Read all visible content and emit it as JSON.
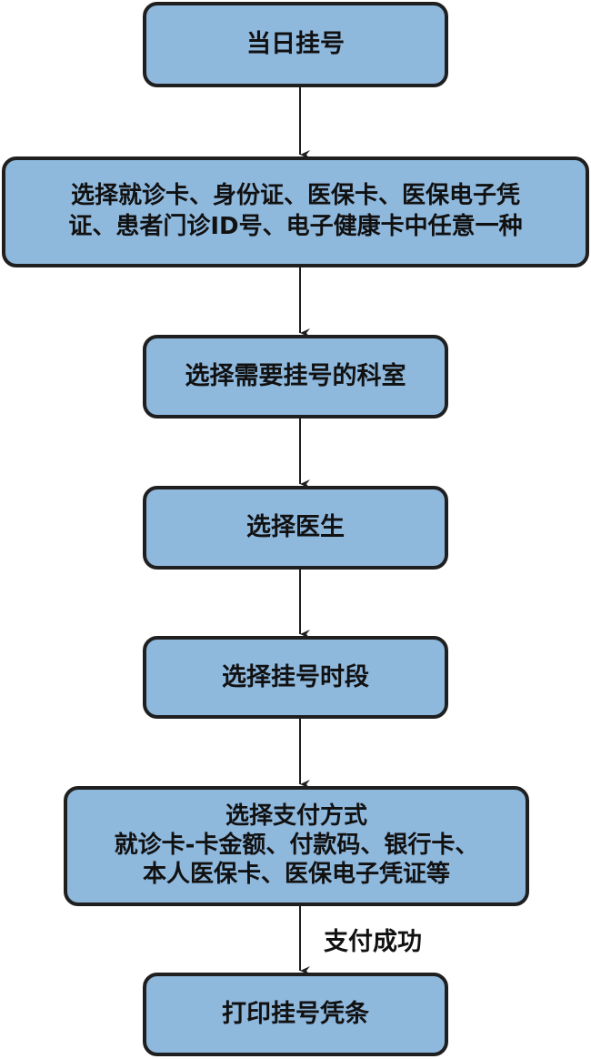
{
  "flow": {
    "step1": {
      "label": "当日挂号"
    },
    "step2": {
      "lines": [
        "选择就诊卡、身份证、医保卡、医保电子凭",
        "证、患者门诊ID号、电子健康卡中任意一种"
      ]
    },
    "step3": {
      "label": "选择需要挂号的科室"
    },
    "step4": {
      "label": "选择医生"
    },
    "step5": {
      "label": "选择挂号时段"
    },
    "step6": {
      "lines": [
        "选择支付方式",
        "就诊卡-卡金额、付款码、银行卡、",
        "本人医保卡、医保电子凭证等"
      ]
    },
    "edge_label_pay": "支付成功",
    "step7": {
      "label": "打印挂号凭条"
    }
  },
  "colors": {
    "box_fill": "#8fb8dd",
    "box_border": "#1f1f1f",
    "arrow": "#1f1f1f",
    "text": "#111111"
  }
}
